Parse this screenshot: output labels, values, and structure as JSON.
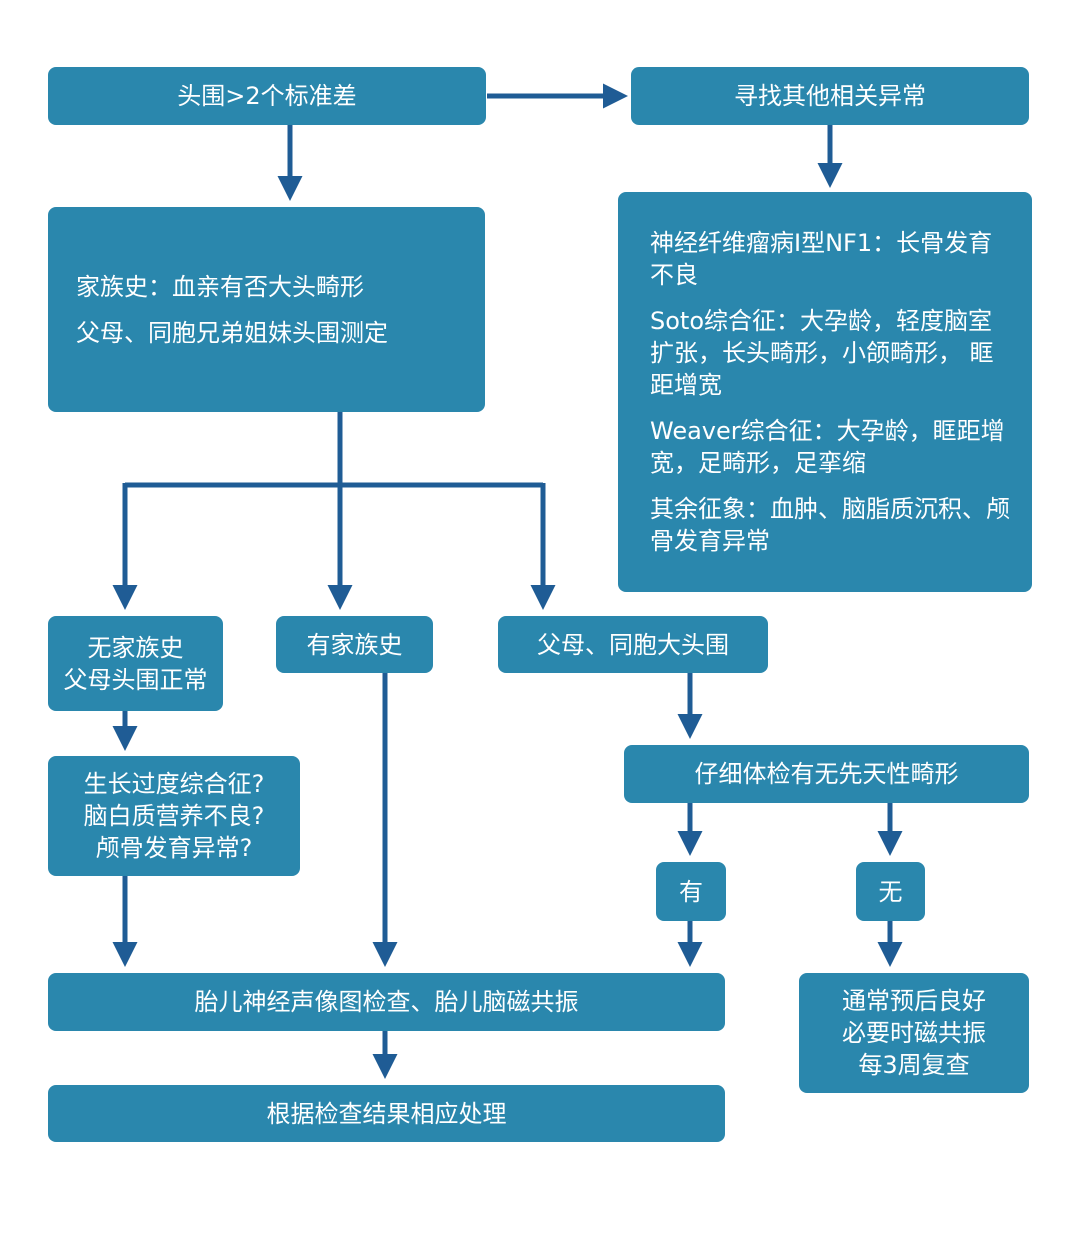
{
  "nodes": {
    "head_circumference": "头围>2个标准差",
    "find_other": "寻找其他相关异常",
    "family_history": [
      "家族史：血亲有否大头畸形",
      "父母、同胞兄弟姐妹头围测定"
    ],
    "related_conditions": [
      "神经纤维瘤病I型NF1：长骨发育不良",
      "Soto综合征：大孕龄，轻度脑室扩张，长头畸形，小颌畸形，  眶距增宽",
      "Weaver综合征：大孕龄，眶距增宽，足畸形，足挛缩",
      "其余征象：血肿、脑脂质沉积、颅骨发育异常"
    ],
    "no_family_history": [
      "无家族史",
      "父母头围正常"
    ],
    "has_family_history": "有家族史",
    "parents_macrocephaly": "父母、同胞大头围",
    "possible_causes": [
      "生长过度综合征?",
      "脑白质营养不良?",
      "颅骨发育异常?"
    ],
    "check_anomalies": "仔细体检有无先天性畸形",
    "yes": "有",
    "no": "无",
    "imaging": "胎儿神经声像图检查、胎儿脑磁共振",
    "good_prognosis": [
      "通常预后良好",
      "必要时磁共振",
      "每3周复查"
    ],
    "final": "根据检查结果相应处理"
  },
  "colors": {
    "box": "#2a87ad",
    "arrow": "#1f5c95",
    "text": "#ffffff"
  }
}
